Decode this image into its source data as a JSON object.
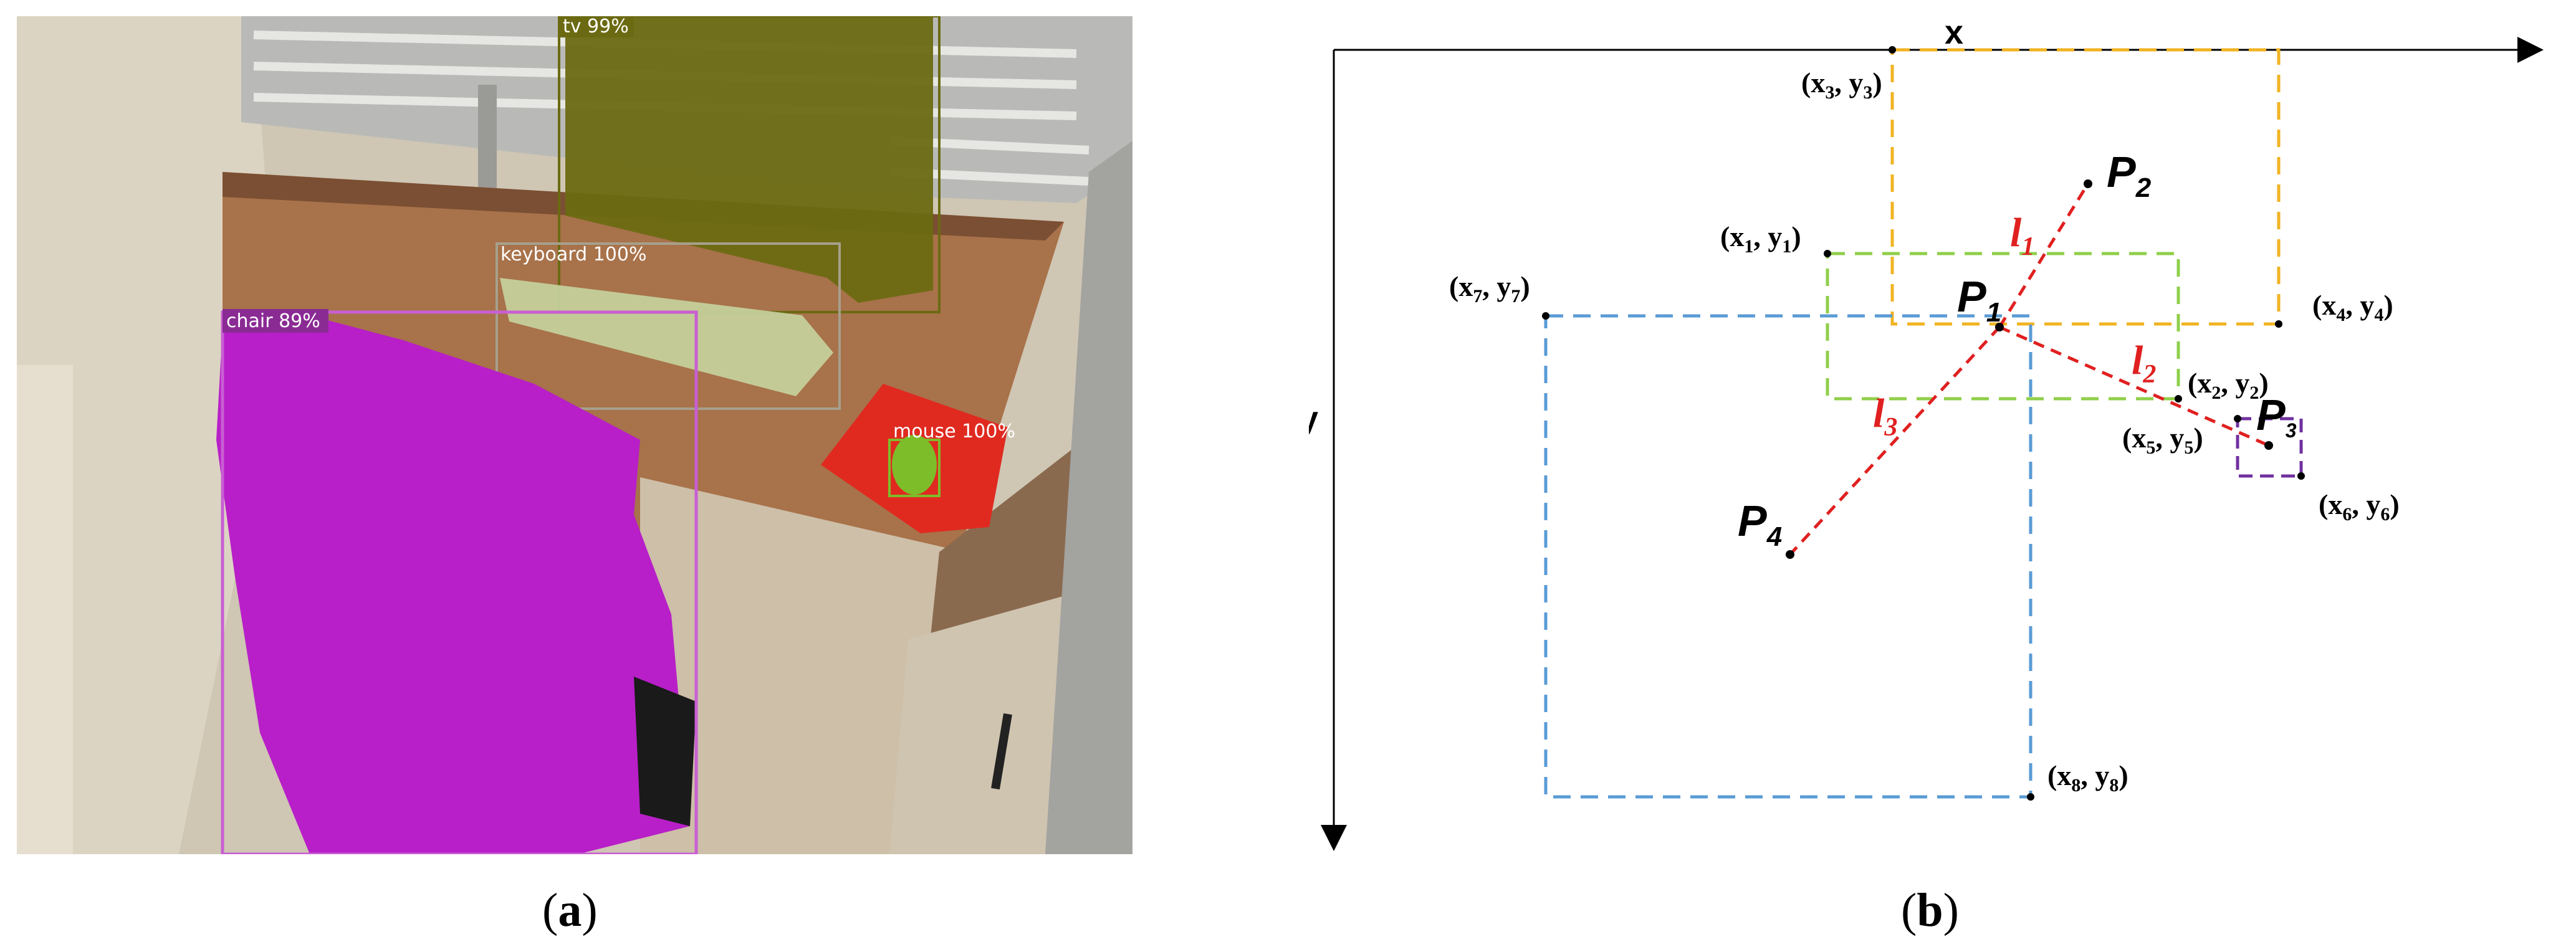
{
  "captions": {
    "a": "a",
    "b": "b"
  },
  "detections": {
    "tv": "tv 99%",
    "keyboard": "keyboard 100%",
    "chair": "chair 89%",
    "mouse": "mouse 100%"
  },
  "diagram": {
    "axis_x": "x",
    "axis_y": "y",
    "points": {
      "p1": {
        "base": "P",
        "sub": "1"
      },
      "p2": {
        "base": "P",
        "sub": "2"
      },
      "p3": {
        "base": "P",
        "sub": "3"
      },
      "p4": {
        "base": "P",
        "sub": "4"
      }
    },
    "lines": {
      "l1": {
        "base": "l",
        "sub": "1"
      },
      "l2": {
        "base": "l",
        "sub": "2"
      },
      "l3": {
        "base": "l",
        "sub": "3"
      }
    },
    "corners": {
      "c1": {
        "xs": "1",
        "ys": "1"
      },
      "c2": {
        "xs": "2",
        "ys": "2"
      },
      "c3": {
        "xs": "3",
        "ys": "3"
      },
      "c4": {
        "xs": "4",
        "ys": "4"
      },
      "c5": {
        "xs": "5",
        "ys": "5"
      },
      "c6": {
        "xs": "6",
        "ys": "6"
      },
      "c7": {
        "xs": "7",
        "ys": "7"
      },
      "c8": {
        "xs": "8",
        "ys": "8"
      }
    },
    "colors": {
      "box_yellow": "#f0b323",
      "box_green": "#8fcf4a",
      "box_blue": "#5a9bd5",
      "box_purple": "#7030a0",
      "line_red": "#e02020"
    }
  },
  "photo_colors": {
    "tv_mask": "#6b6a12",
    "chair_mask": "#b81fc8",
    "mouse_mask": "#7dbd2a",
    "keyboard_mask": "#c4cf9a",
    "mousepad": "#e02a20"
  }
}
